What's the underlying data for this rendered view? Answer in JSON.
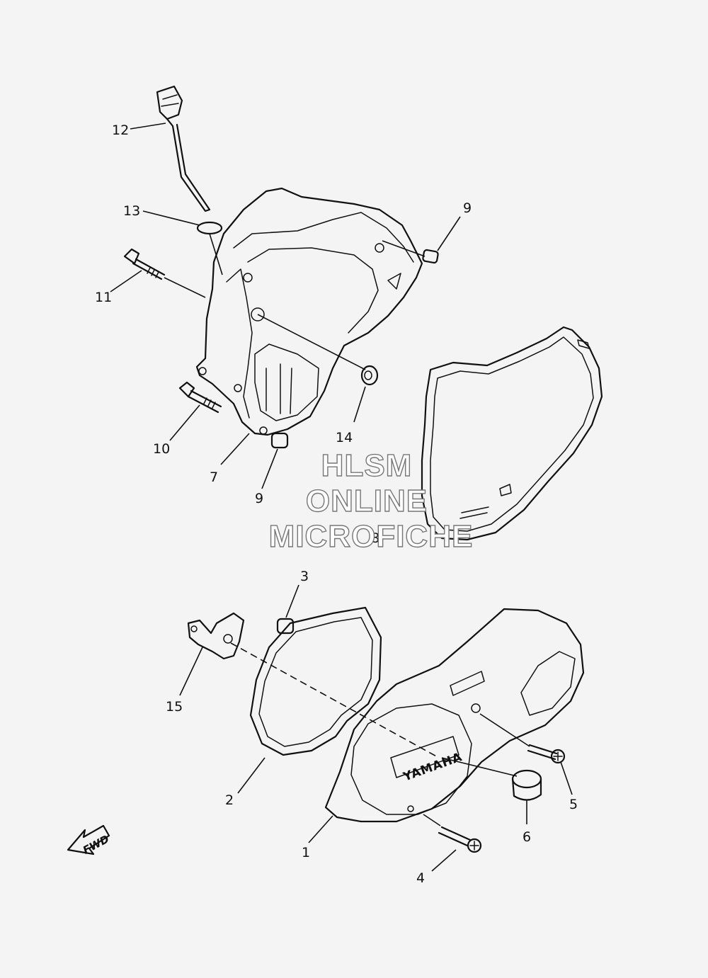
{
  "callouts": {
    "c1": "1",
    "c2": "2",
    "c3": "3",
    "c4": "4",
    "c5": "5",
    "c6": "6",
    "c7": "7",
    "c8": "8",
    "c9a": "9",
    "c9b": "9",
    "c10": "10",
    "c11": "11",
    "c12": "12",
    "c13": "13",
    "c14": "14",
    "c15": "15"
  },
  "watermark": {
    "line1": "HLSM",
    "line2": "ONLINE",
    "line3": "MICROFICHE"
  },
  "fwd_label": "FWD",
  "brand_label": "YAMAHA"
}
